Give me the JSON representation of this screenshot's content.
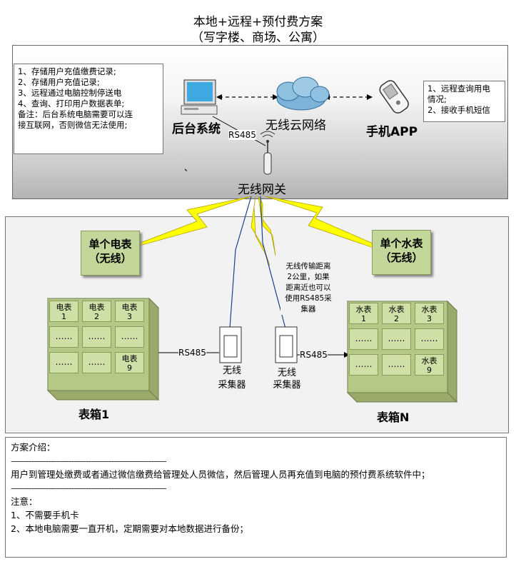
{
  "title": {
    "line1": "本地+远程+预付费方案",
    "line2": "（写字楼、商场、公寓）"
  },
  "left_note": {
    "lines": [
      "1、存储用户充值缴费记录;",
      "2、存储用户充值记录;",
      "3、远程通过电脑控制停送电",
      "4、查询、打印用户数据表单;",
      "备注：后台系统电脑需要可以连",
      "接互联网，否则微信无法使用;"
    ]
  },
  "right_note": {
    "lines": [
      "1、远程查询用电",
      "情况;",
      "2、接收手机短信"
    ]
  },
  "top_labels": {
    "backend": "后台系统",
    "cloud": "无线云网络",
    "app": "手机APP",
    "rs485_top": "RS485",
    "gateway": "无线网关",
    "stray_mark": "、"
  },
  "meters": {
    "single_electric": [
      "单个电表",
      "（无线）"
    ],
    "single_water": [
      "单个水表",
      "（无线）"
    ]
  },
  "range_note": [
    "无线传输距离",
    "2公里，如果",
    "距离近也可以",
    "使用RS485采",
    "集器"
  ],
  "collectors": {
    "left": [
      "无线",
      "采集器"
    ],
    "right": [
      "无线",
      "采集器"
    ],
    "rs485_left": "RS485",
    "rs485_right": "RS485"
  },
  "box1": {
    "label": "表箱1",
    "cells": [
      [
        "电表",
        "1"
      ],
      [
        "电表",
        "2"
      ],
      [
        "电表",
        "3"
      ],
      [
        "……"
      ],
      [
        "……"
      ],
      [
        "……"
      ],
      [
        "……"
      ],
      [
        "……"
      ],
      [
        "电表",
        "9"
      ]
    ]
  },
  "boxN": {
    "label": "表箱N",
    "cells": [
      [
        "水表",
        "1"
      ],
      [
        "水表",
        "2"
      ],
      [
        "水表",
        "3"
      ],
      [
        "……"
      ],
      [
        "……"
      ],
      [
        "……"
      ],
      [
        "……"
      ],
      [
        "……"
      ],
      [
        "水表",
        "9"
      ]
    ]
  },
  "intro": {
    "heading": "方案介绍：",
    "divider": "--------------------------------------------------------------",
    "paragraph": "用户到管理处缴费或者通过微信缴费给管理处人员微信，然后管理人员再充值到电脑的预付费系统软件中；",
    "note_heading": "注意：",
    "note1": "1、不需要手机卡",
    "note2": "2、本地电脑需要一直开机，定期需要对本地数据进行备份；"
  },
  "colors": {
    "lightning_fill": "#ffff00",
    "green_box": "#c4d79b",
    "cloud": "#4f8fbf"
  }
}
